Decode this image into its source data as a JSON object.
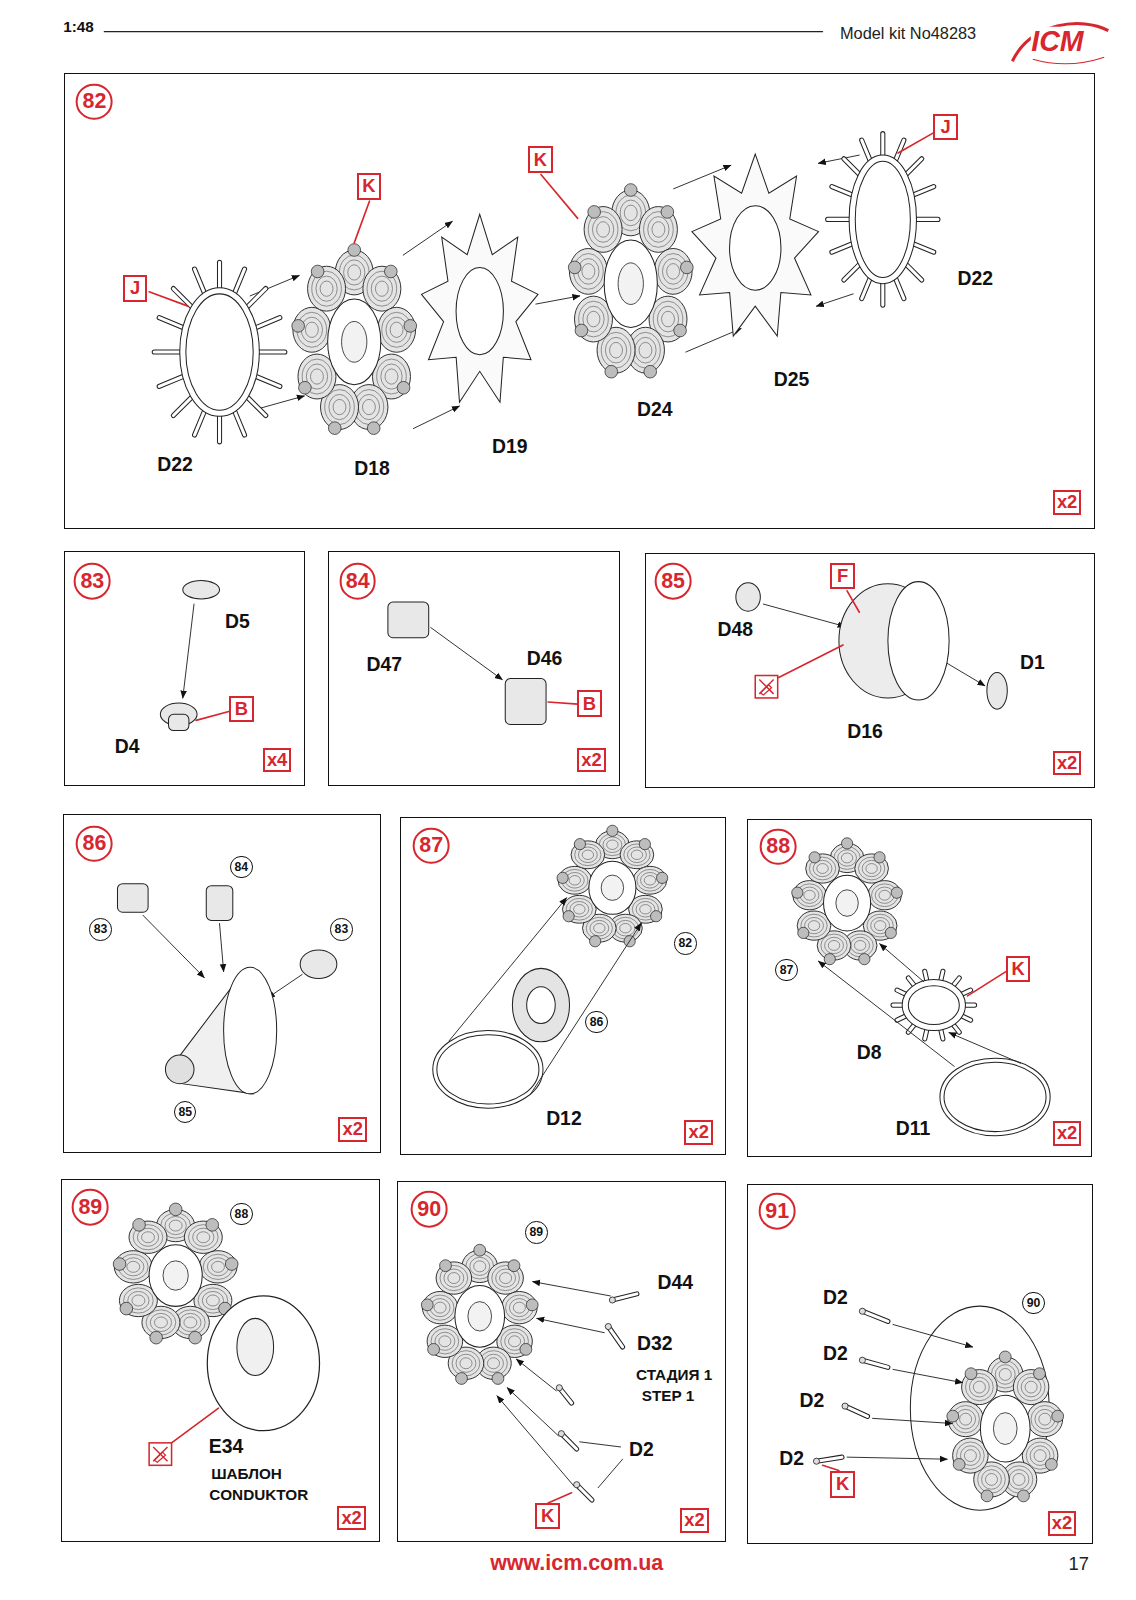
{
  "diagram": {
    "nodes": [
      {
        "text": [
          "82",
          "D22",
          "D18",
          "D19",
          "D24",
          "D25",
          "D22"
        ]
      },
      {
        "text": [
          "K"
        ],
        "in": 0
      },
      {
        "text": [
          "J"
        ],
        "in": 0
      },
      {
        "text": [
          "K"
        ],
        "in": 0
      },
      {
        "text": [
          "J"
        ],
        "in": 0
      },
      {
        "text": [
          "x2"
        ],
        "in": 0
      },
      {
        "text": [
          "83",
          "D5",
          "D4"
        ]
      },
      {
        "text": [
          "B"
        ],
        "in": 6
      },
      {
        "text": [
          "x4"
        ],
        "in": 6
      },
      {
        "text": [
          "84",
          "D47",
          "D46"
        ]
      },
      {
        "text": [
          "B"
        ],
        "in": 9
      },
      {
        "text": [
          "x2"
        ],
        "in": 9
      },
      {
        "text": [
          "85",
          "D48",
          "D1",
          "D16"
        ]
      },
      {
        "text": [
          "F"
        ],
        "in": 12
      },
      {
        "text": [
          "x2"
        ],
        "in": 12
      },
      {
        "text": [
          "86"
        ]
      },
      {
        "text": [
          "84"
        ],
        "in": 15
      },
      {
        "text": [
          "83"
        ],
        "in": 15
      },
      {
        "text": [
          "83"
        ],
        "in": 15
      },
      {
        "text": [
          "85"
        ],
        "in": 15
      },
      {
        "text": [
          "x2"
        ],
        "in": 15
      },
      {
        "text": [
          "87",
          "D12"
        ]
      },
      {
        "text": [
          "82"
        ],
        "in": 21
      },
      {
        "text": [
          "86"
        ],
        "in": 21
      },
      {
        "text": [
          "x2"
        ],
        "in": 21
      },
      {
        "text": [
          "88",
          "D8",
          "D11"
        ]
      },
      {
        "text": [
          "87"
        ],
        "in": 25
      },
      {
        "text": [
          "K"
        ],
        "in": 25
      },
      {
        "text": [
          "x2"
        ],
        "in": 25
      },
      {
        "text": [
          "89",
          "E34",
          "ШАБЛОН",
          "CONDUKTOR"
        ]
      },
      {
        "text": [
          "88"
        ],
        "in": 29
      },
      {
        "text": [
          "x2"
        ],
        "in": 29
      },
      {
        "text": [
          "90",
          "D44",
          "D32",
          "СТАДИЯ 1",
          "STEP 1",
          "D2"
        ]
      },
      {
        "text": [
          "89"
        ],
        "in": 32
      },
      {
        "text": [
          "K"
        ],
        "in": 32
      },
      {
        "text": [
          "x2"
        ],
        "in": 32
      },
      {
        "text": [
          "91",
          "D2",
          "D2",
          "D2",
          "D2"
        ]
      },
      {
        "text": [
          "90"
        ],
        "in": 36
      },
      {
        "text": [
          "K"
        ],
        "in": 36
      },
      {
        "text": [
          "x2"
        ],
        "in": 36
      }
    ],
    "labels": [
      "1:48",
      "Model kit No48283",
      "ICM",
      "www.icm.com.ua",
      "17"
    ]
  }
}
